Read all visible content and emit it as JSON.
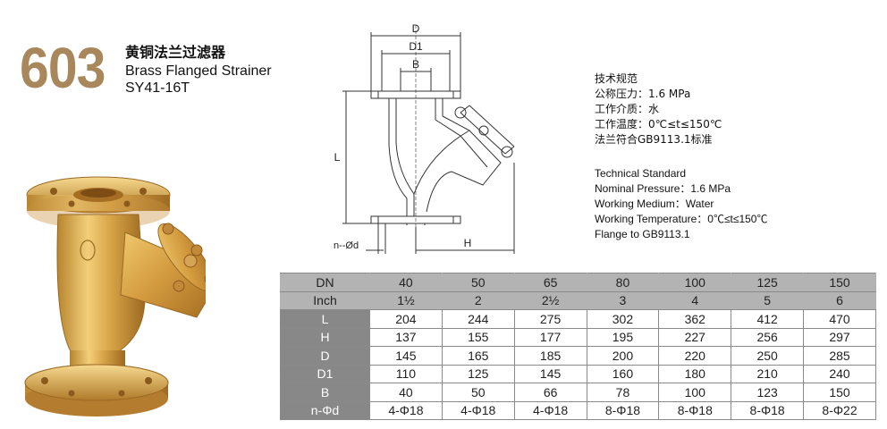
{
  "header": {
    "model_number": "603",
    "title_cn": "黄铜法兰过滤器",
    "title_en": "Brass Flanged Strainer",
    "model_code": "SY41-16T"
  },
  "drawing": {
    "label_D": "D",
    "label_D1": "D1",
    "label_B": "B",
    "label_L": "L",
    "label_H": "H",
    "label_nd": "n--Ød"
  },
  "spec_cn": [
    "技术规范",
    "公称压力：1.6 MPa",
    "工作介质：水",
    "工作温度：0℃≤t≤150℃",
    "法兰符合GB9113.1标准"
  ],
  "spec_en": [
    "Technical Standard",
    "Nominal Pressure：1.6 MPa",
    "Working Medium：Water",
    "Working Temperature：0℃≤t≤150℃",
    "Flange to GB9113.1"
  ],
  "table": {
    "header_rows": [
      {
        "label": "DN",
        "values": [
          "40",
          "50",
          "65",
          "80",
          "100",
          "125",
          "150"
        ]
      },
      {
        "label": "Inch",
        "values": [
          "1½",
          "2",
          "2½",
          "3",
          "4",
          "5",
          "6"
        ]
      }
    ],
    "rows": [
      {
        "label": "L",
        "values": [
          "204",
          "244",
          "275",
          "302",
          "362",
          "412",
          "470"
        ]
      },
      {
        "label": "H",
        "values": [
          "137",
          "155",
          "177",
          "195",
          "227",
          "256",
          "297"
        ]
      },
      {
        "label": "D",
        "values": [
          "145",
          "165",
          "185",
          "200",
          "220",
          "250",
          "285"
        ]
      },
      {
        "label": "D1",
        "values": [
          "110",
          "125",
          "145",
          "160",
          "180",
          "210",
          "240"
        ]
      },
      {
        "label": "B",
        "values": [
          "40",
          "50",
          "66",
          "78",
          "100",
          "123",
          "150"
        ]
      },
      {
        "label": "n-Φd",
        "values": [
          "4-Φ18",
          "4-Φ18",
          "4-Φ18",
          "8-Φ18",
          "8-Φ18",
          "8-Φ18",
          "8-Φ22"
        ]
      }
    ]
  },
  "colors": {
    "brand_gold": "#a7875b",
    "header_gray": "#b3b3b3",
    "label_gray": "#888888"
  }
}
